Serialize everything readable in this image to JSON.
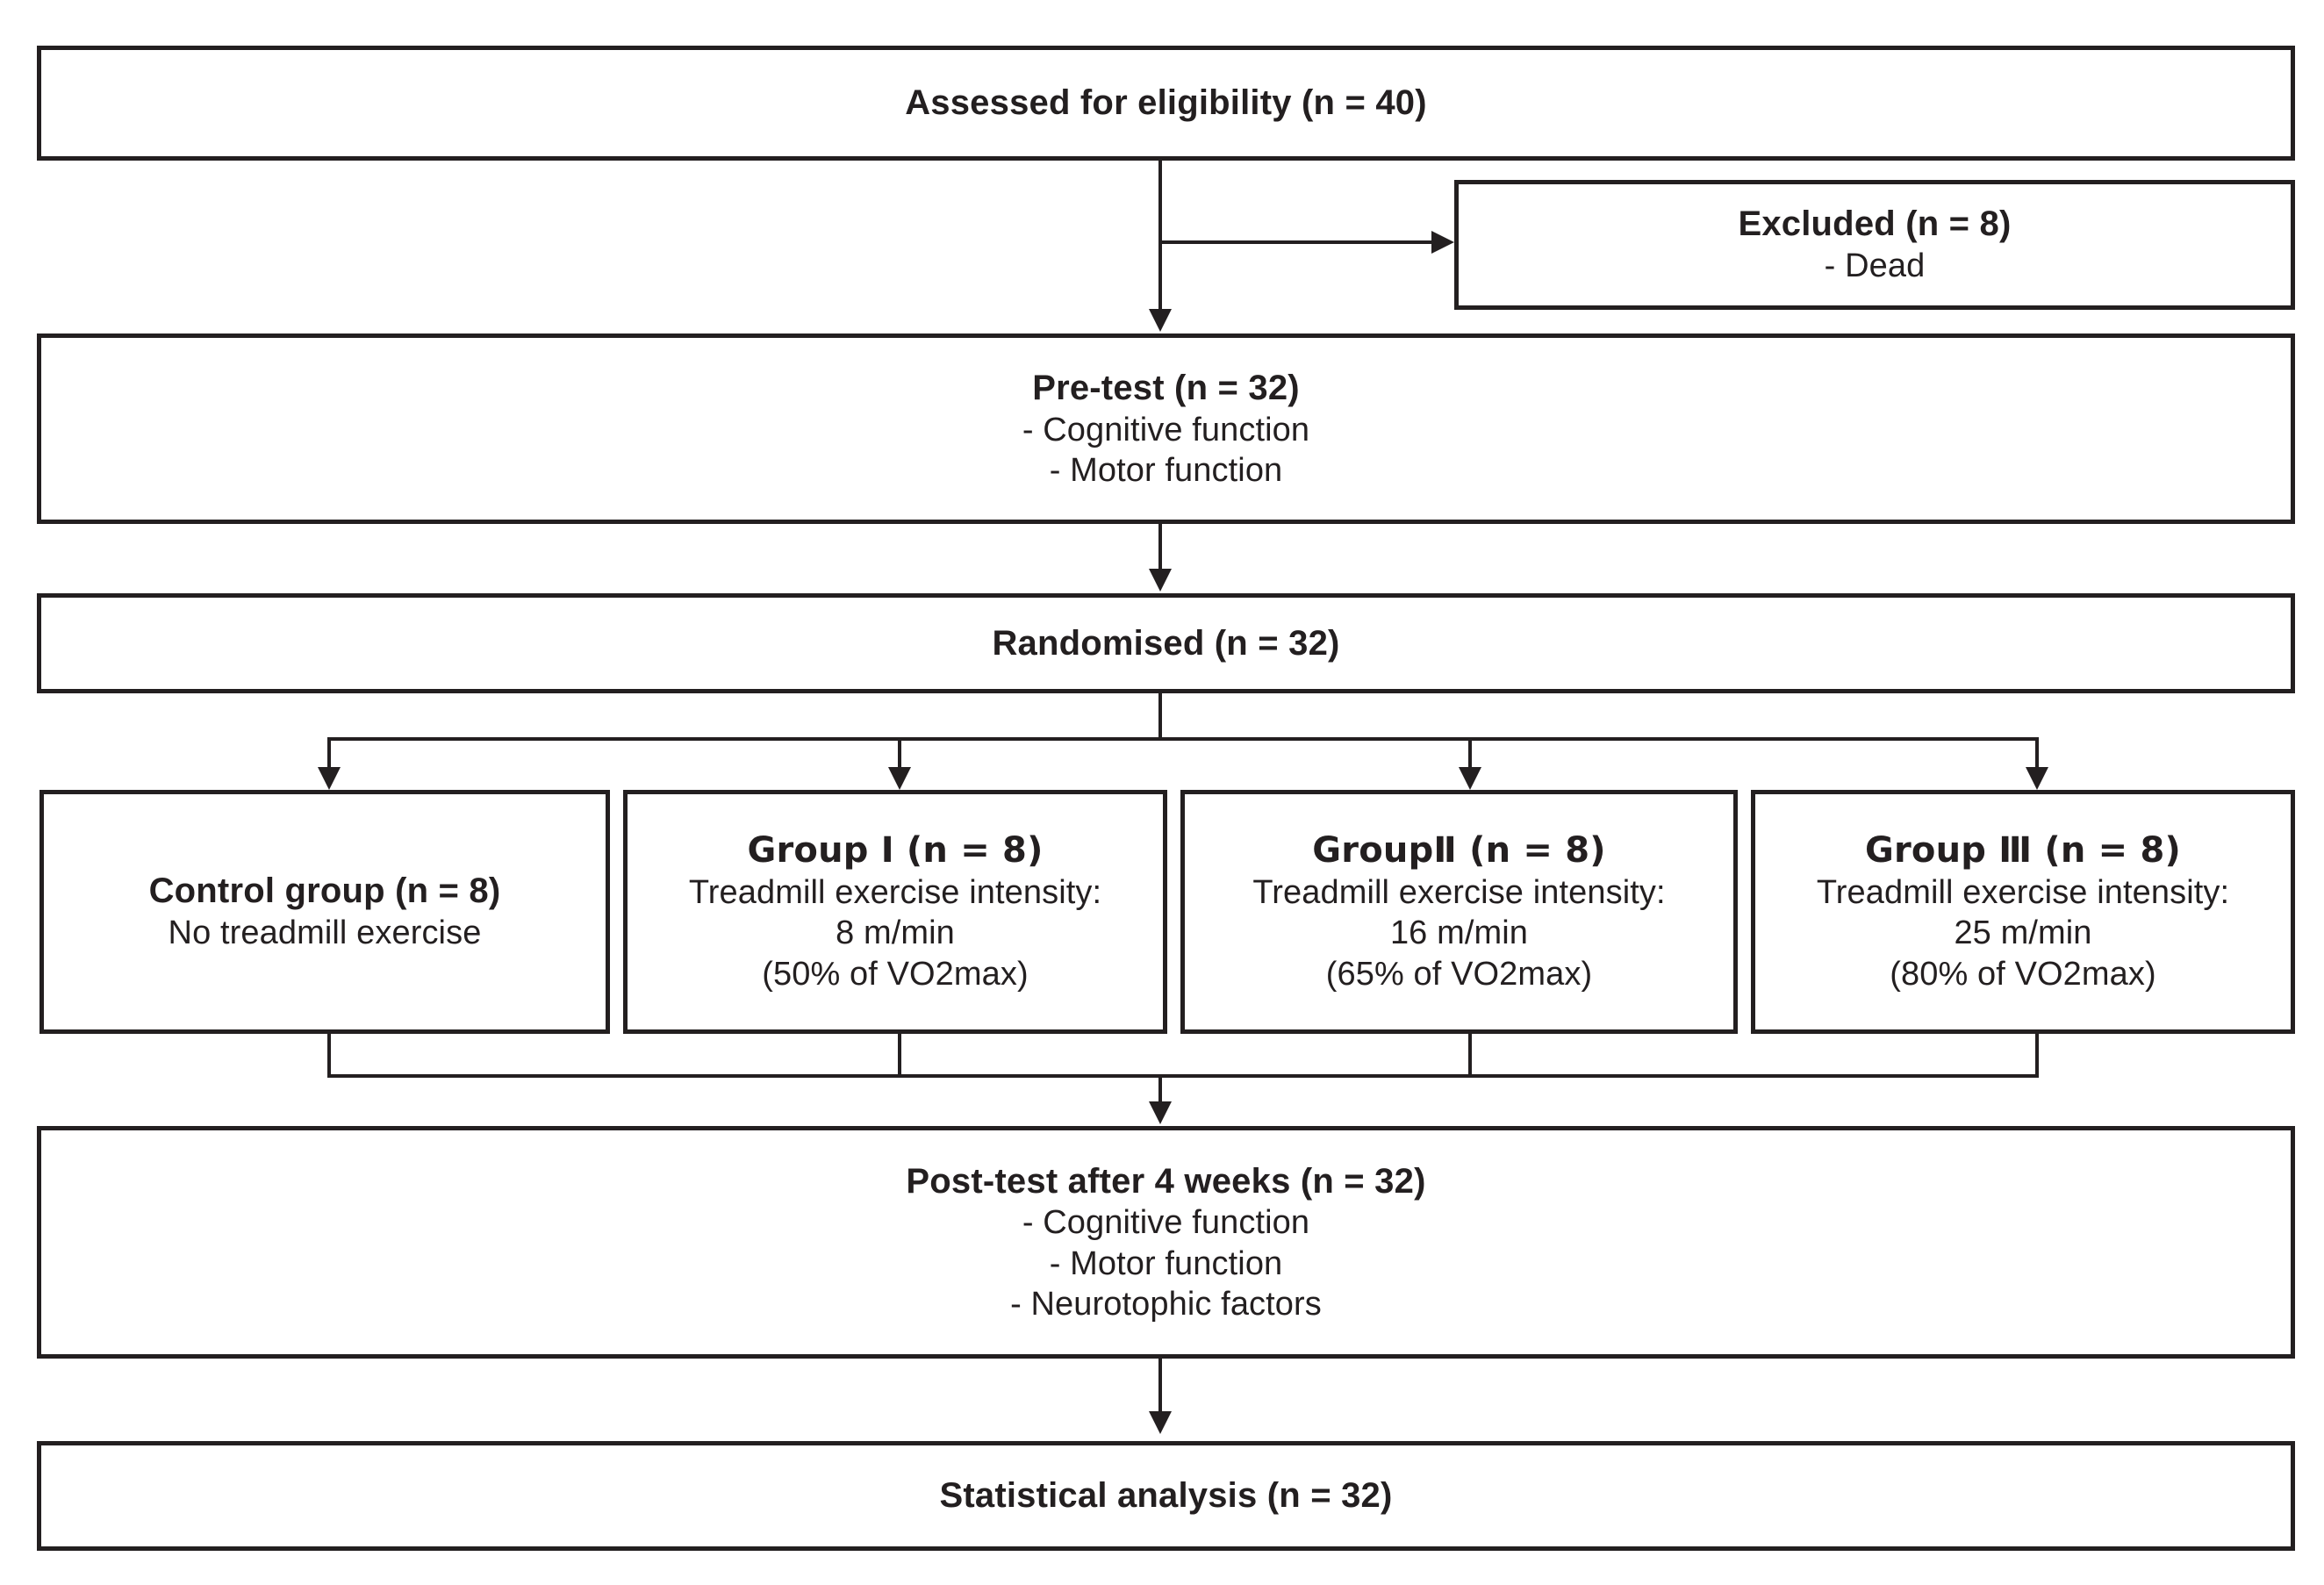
{
  "figure": {
    "type": "flowchart",
    "description": "CONSORT-style study flow diagram for a treadmill exercise trial"
  },
  "nodes": {
    "assessed": {
      "title": "Assessed for eligibility (n = 40)",
      "lines": []
    },
    "excluded": {
      "title": "Excluded (n = 8)",
      "lines": [
        "- Dead"
      ]
    },
    "pretest": {
      "title": "Pre-test (n = 32)",
      "lines": [
        "- Cognitive function",
        "- Motor function"
      ]
    },
    "randomised": {
      "title": "Randomised (n = 32)",
      "lines": []
    },
    "control": {
      "title": "Control group (n = 8)",
      "lines": [
        "No treadmill exercise"
      ]
    },
    "group1": {
      "title": "Group Ⅰ  (n = 8)",
      "lines": [
        "Treadmill exercise intensity:",
        "8 m/min",
        "(50% of VO2max)"
      ]
    },
    "group2": {
      "title": "GroupⅡ (n = 8)",
      "lines": [
        "Treadmill exercise intensity:",
        "16 m/min",
        "(65% of VO2max)"
      ]
    },
    "group3": {
      "title": "Group Ⅲ (n = 8)",
      "lines": [
        "Treadmill exercise intensity:",
        "25 m/min",
        "(80% of VO2max)"
      ]
    },
    "posttest": {
      "title": "Post-test after 4 weeks (n = 32)",
      "lines": [
        "- Cognitive function",
        "- Motor function",
        "- Neurotophic factors"
      ]
    },
    "statistics": {
      "title": "Statistical analysis (n = 32)",
      "lines": []
    }
  },
  "colors": {
    "stroke": "#231f20",
    "background": "#ffffff"
  }
}
